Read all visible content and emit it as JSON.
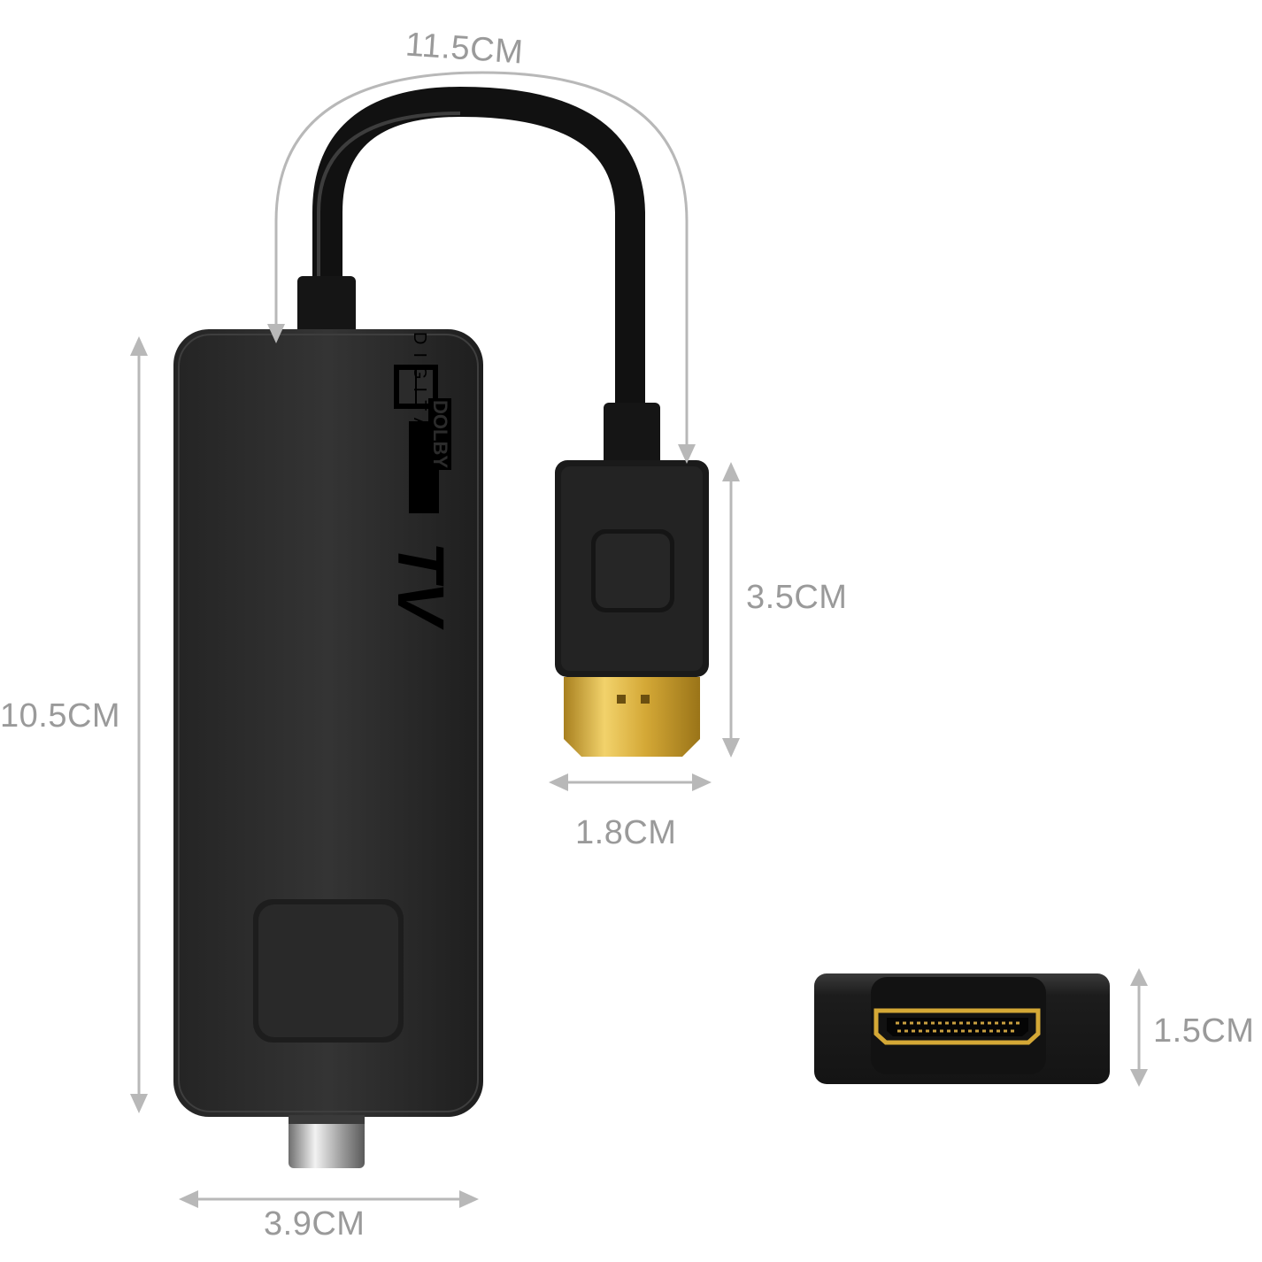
{
  "dimensions": {
    "cable_length": "11.5CM",
    "body_length": "10.5CM",
    "body_width": "3.9CM",
    "plug_length": "3.5CM",
    "plug_width": "1.8CM",
    "thickness": "1.5CM"
  },
  "branding": {
    "dolby_line1": "DOLBY",
    "dolby_line2": "DIGITAL",
    "tv_mark": "TV"
  },
  "icons": {
    "dolby_logo": "dolby-digital-logo",
    "hdmi_port": "hdmi-port-icon",
    "antenna_connector": "coax-connector-icon"
  },
  "colors": {
    "device_body": "#2b2b2b",
    "dimension_lines": "#b5b5b5",
    "hdmi_gold": "#d4a836"
  }
}
